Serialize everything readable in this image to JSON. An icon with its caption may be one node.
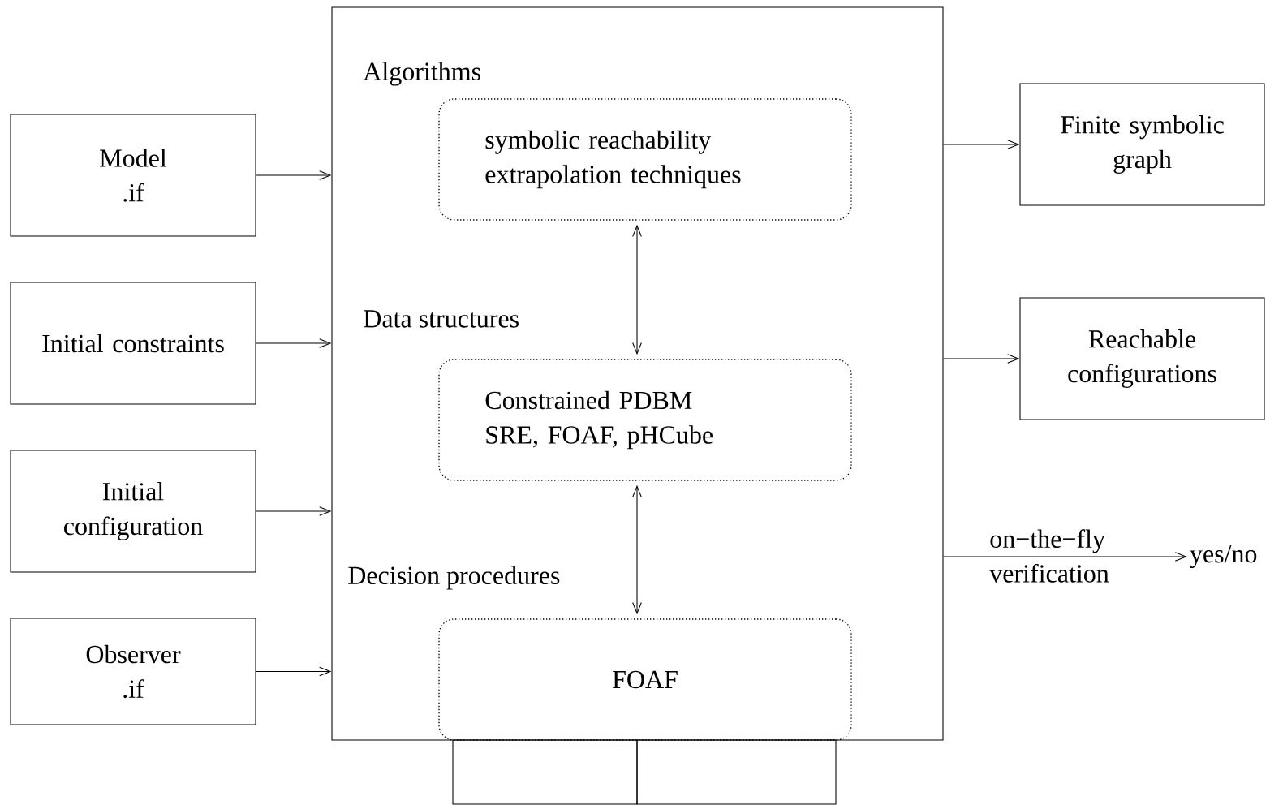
{
  "diagram": {
    "nodes": [
      {
        "text": [
          "Model",
          ".if"
        ]
      },
      {
        "text": [
          "Initial constraints"
        ]
      },
      {
        "text": [
          "Initial configuration"
        ]
      },
      {
        "text": [
          "Observer",
          ".if"
        ]
      },
      {
        "text": [
          "Algorithms",
          "Data structures",
          "Decision procedures"
        ]
      },
      {
        "text": [
          "symbolic reachability extrapolation techniques"
        ],
        "in": 4
      },
      {
        "text": [
          "Constrained PDBM SRE, FOAF, pHCube"
        ],
        "in": 4
      },
      {
        "text": [
          "FOAF"
        ],
        "in": 4
      },
      {
        "text": [],
        "shape": "box"
      },
      {
        "text": [],
        "shape": "box"
      },
      {
        "text": [
          "Finite symbolic graph"
        ]
      },
      {
        "text": [
          "Reachable configurations"
        ]
      },
      {
        "text": [
          "yes/no"
        ]
      }
    ],
    "edges": [
      {
        "from": 0,
        "to": 4,
        "arrow": "to"
      },
      {
        "from": 1,
        "to": 4,
        "arrow": "to"
      },
      {
        "from": 2,
        "to": 4,
        "arrow": "to"
      },
      {
        "from": 3,
        "to": 4,
        "arrow": "to"
      },
      {
        "from": 4,
        "to": 10,
        "arrow": "to"
      },
      {
        "from": 4,
        "to": 11,
        "arrow": "to"
      },
      {
        "from": 4,
        "to": 12,
        "arrow": "to",
        "label": "on−the−fly verification"
      },
      {
        "from": 5,
        "to": 6,
        "arrow": "both"
      },
      {
        "from": 6,
        "to": 7,
        "arrow": "both"
      }
    ]
  }
}
